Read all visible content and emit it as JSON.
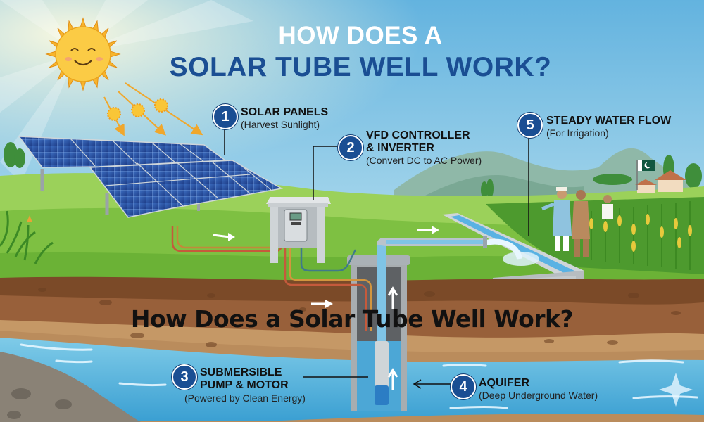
{
  "title": {
    "line1": "HOW DOES A",
    "line2": "SOLAR TUBE WELL WORK?"
  },
  "overlay_caption": "How Does a Solar Tube Well Work?",
  "colors": {
    "title_blue": "#1a4e93",
    "badge_blue": "#1a4e93",
    "sky_top": "#6fb9e0",
    "grass": "#7cc242",
    "soil": "#8a5a34",
    "water": "#5fb8de"
  },
  "callouts": [
    {
      "number": "1",
      "title": "SOLAR PANELS",
      "subtitle": "(Harvest Sunlight)"
    },
    {
      "number": "2",
      "title_line1": "VFD CONTROLLER",
      "title_line2": "& INVERTER",
      "subtitle": "(Convert DC to AC Power)"
    },
    {
      "number": "3",
      "title_line1": "SUBMERSIBLE",
      "title_line2": "PUMP & MOTOR",
      "subtitle": "(Powered by Clean Energy)"
    },
    {
      "number": "4",
      "title": "AQUIFER",
      "subtitle": "(Deep Underground Water)"
    },
    {
      "number": "5",
      "title": "STEADY WATER FLOW",
      "subtitle": "(For Irrigation)"
    }
  ],
  "illustration": {
    "elements": [
      "smiling-sun",
      "solar-panel-array",
      "vfd-controller-box",
      "tube-well",
      "submersible-pump",
      "irrigation-channel",
      "farmers",
      "crop-field",
      "pakistan-flag",
      "farmhouse",
      "mountains",
      "aquifer"
    ]
  }
}
